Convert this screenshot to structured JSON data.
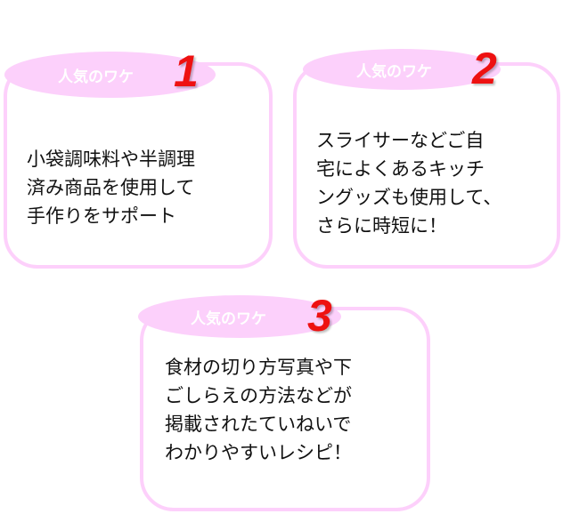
{
  "cards": [
    {
      "tag": "人気のワケ",
      "number": "1",
      "lines": [
        "小袋調味料や半調理",
        "済み商品を使用して",
        "手作りをサポート"
      ]
    },
    {
      "tag": "人気のワケ",
      "number": "2",
      "lines": [
        "スライサーなどご自",
        "宅によくあるキッチ",
        "ングッズも使用して、",
        "さらに時短に！"
      ]
    },
    {
      "tag": "人気のワケ",
      "number": "3",
      "lines": [
        "食材の切り方写真や下",
        "ごしらえの方法などが",
        "掲載されたていねいで",
        "わかりやすいレシピ！"
      ]
    }
  ]
}
